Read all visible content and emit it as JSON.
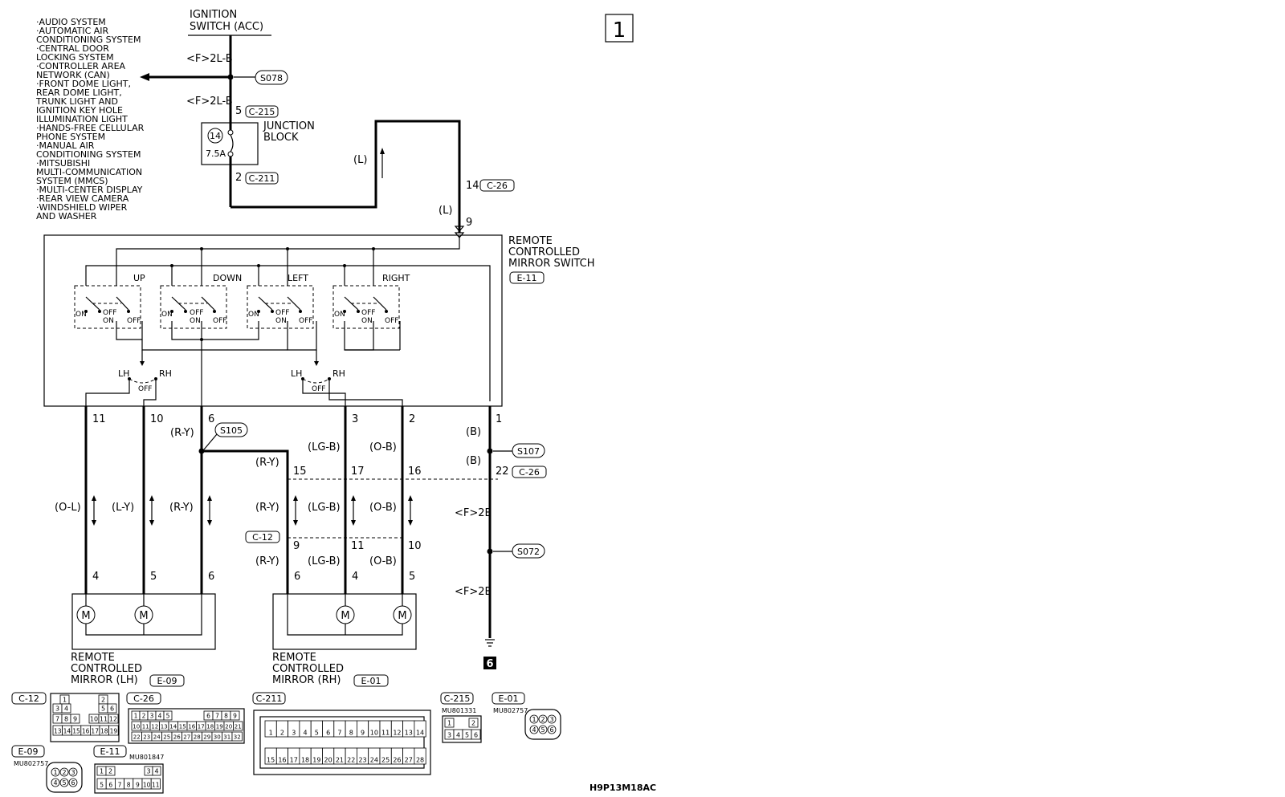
{
  "page_number": "1",
  "diagram_code": "H9P13M18AC",
  "ground_number": "6",
  "ignition": {
    "line1": "IGNITION",
    "line2": "SWITCH (ACC)"
  },
  "system_list": [
    "·AUDIO SYSTEM",
    "·AUTOMATIC AIR",
    "  CONDITIONING SYSTEM",
    "·CENTRAL DOOR",
    "  LOCKING SYSTEM",
    "·CONTROLLER AREA",
    "  NETWORK (CAN)",
    "·FRONT DOME LIGHT,",
    "  REAR DOME LIGHT,",
    "  TRUNK LIGHT AND",
    "  IGNITION KEY HOLE",
    "  ILLUMINATION LIGHT",
    "·HANDS-FREE CELLULAR",
    "  PHONE SYSTEM",
    "·MANUAL AIR",
    "  CONDITIONING SYSTEM",
    "·MITSUBISHI",
    "  MULTI-COMMUNICATION",
    "  SYSTEM (MMCS)",
    "·MULTI-CENTER DISPLAY",
    "·REAR VIEW CAMERA",
    "·WINDSHIELD WIPER",
    "  AND WASHER"
  ],
  "wire_labels": {
    "f2lb": "<F>2L-B",
    "l": "(L)",
    "b": "(B)",
    "f2b": "<F>2B",
    "ry": "(R-Y)",
    "lgb": "(LG-B)",
    "ob": "(O-B)",
    "ol": "(O-L)",
    "ly": "(L-Y)"
  },
  "splices": {
    "s078": "S078",
    "s105": "S105",
    "s107": "S107",
    "s072": "S072"
  },
  "connectors": {
    "c215": "C-215",
    "c211": "C-211",
    "c26": "C-26",
    "c12": "C-12",
    "e11": "E-11",
    "e09": "E-09",
    "e01": "E-01"
  },
  "junction_block": {
    "line1": "JUNCTION",
    "line2": "BLOCK",
    "fuse_no": "14",
    "fuse_rating": "7.5A"
  },
  "mirror_switch": {
    "line1": "REMOTE",
    "line2": "CONTROLLED",
    "line3": "MIRROR SWITCH",
    "up": "UP",
    "down": "DOWN",
    "left": "LEFT",
    "right": "RIGHT",
    "on": "ON",
    "off": "OFF",
    "lh": "LH",
    "rh": "RH"
  },
  "mirror_lh": {
    "line1": "REMOTE",
    "line2": "CONTROLLED",
    "line3": "MIRROR (LH)"
  },
  "mirror_rh": {
    "line1": "REMOTE",
    "line2": "CONTROLLED",
    "line3": "MIRROR (RH)"
  },
  "pins": {
    "p5": "5",
    "p2": "2",
    "p14": "14",
    "p9": "9",
    "p11": "11",
    "p10": "10",
    "p6": "6",
    "p3": "3",
    "p1": "1",
    "p15": "15",
    "p17": "17",
    "p16": "16",
    "p22": "22",
    "p4": "4"
  },
  "part_numbers": {
    "c215": "MU801331",
    "e01": "MU802757",
    "e09": "MU802757",
    "e11": "MU801847"
  },
  "connector_faces": {
    "c12": {
      "r1": [
        "1",
        "2"
      ],
      "r2": [
        "3",
        "4",
        "5",
        "6"
      ],
      "r3": [
        "7",
        "8",
        "9",
        "10",
        "11",
        "12"
      ],
      "r4": [
        "13",
        "14",
        "15",
        "16",
        "17",
        "18",
        "19"
      ]
    },
    "c26": {
      "r1": [
        "1",
        "2",
        "3",
        "4",
        "5",
        "6",
        "7",
        "8",
        "9"
      ],
      "r2": [
        "10",
        "11",
        "12",
        "13",
        "14",
        "15",
        "16",
        "17",
        "18",
        "19",
        "20",
        "21"
      ],
      "r3": [
        "22",
        "23",
        "24",
        "25",
        "26",
        "27",
        "28",
        "29",
        "30",
        "31",
        "32"
      ]
    },
    "c211": {
      "r1": [
        "1",
        "2",
        "3",
        "4",
        "5",
        "6",
        "7",
        "8",
        "9",
        "10",
        "11",
        "12",
        "13",
        "14"
      ],
      "r2": [
        "15",
        "16",
        "17",
        "18",
        "19",
        "20",
        "21",
        "22",
        "23",
        "24",
        "25",
        "26",
        "27",
        "28"
      ]
    },
    "c215": {
      "r1": [
        "1",
        "2"
      ],
      "r2": [
        "3",
        "4",
        "5",
        "6"
      ]
    },
    "e01": {
      "r1": [
        "1",
        "2",
        "3"
      ],
      "r2": [
        "4",
        "5",
        "6"
      ]
    },
    "e09": {
      "r1": [
        "1",
        "2",
        "3"
      ],
      "r2": [
        "4",
        "5",
        "6"
      ]
    },
    "e11": {
      "r1": [
        "1",
        "2",
        "3",
        "4"
      ],
      "r2": [
        "5",
        "6",
        "7",
        "8",
        "9",
        "10",
        "11"
      ]
    }
  }
}
